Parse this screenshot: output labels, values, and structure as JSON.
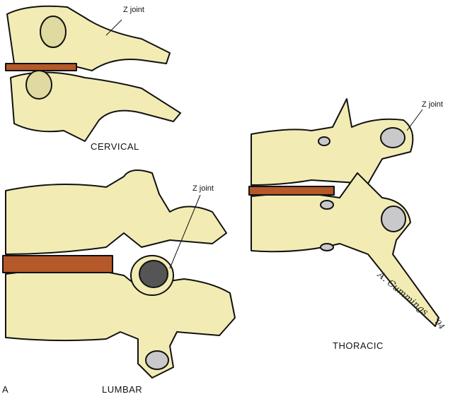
{
  "figure_label": "A",
  "regions": {
    "cervical": {
      "label": "CERVICAL",
      "joint_label": "Z joint"
    },
    "thoracic": {
      "label": "THORACIC",
      "joint_label": "Z joint"
    },
    "lumbar": {
      "label": "LUMBAR",
      "joint_label": "Z joint"
    }
  },
  "signature": {
    "name": "A. Cummings",
    "year": "'94"
  },
  "colors": {
    "bone": "#f2ecb4",
    "disc": "#b5582a",
    "outline": "#111111",
    "articular_surface": "#c9c9cc"
  }
}
